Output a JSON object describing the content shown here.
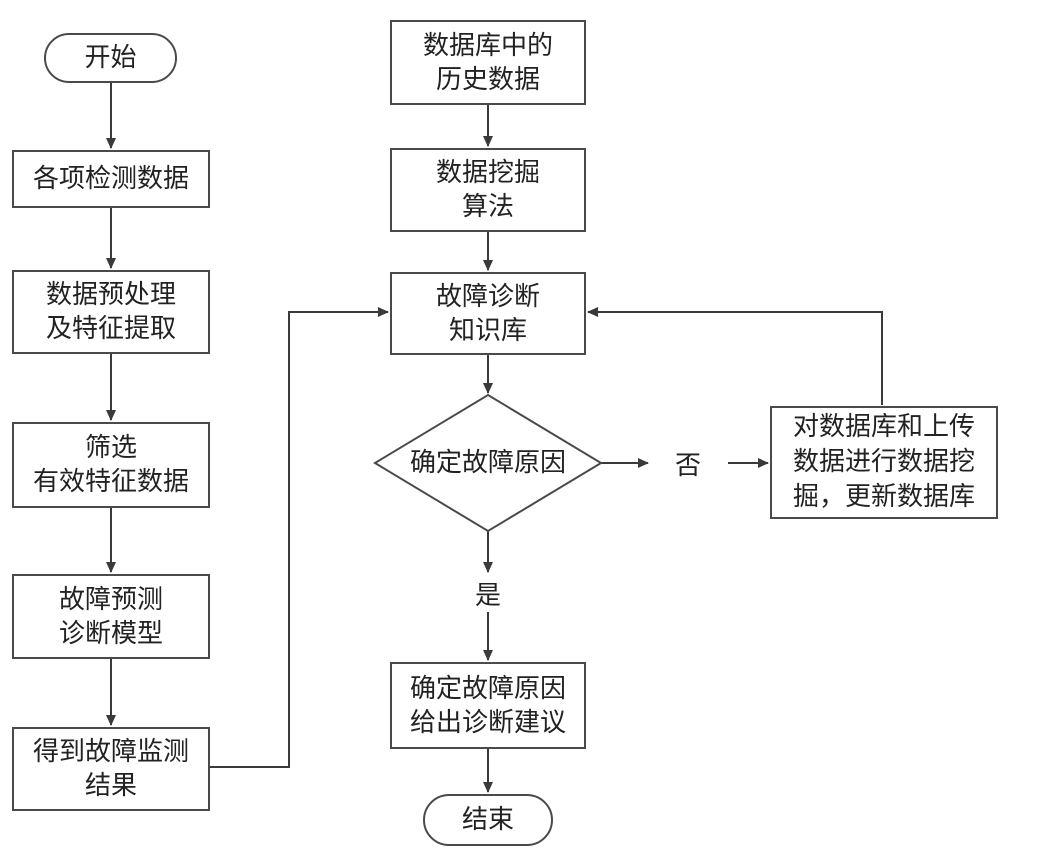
{
  "nodes": {
    "start": "开始",
    "collect": "各项检测数据",
    "preprocess": "数据预处理\n及特征提取",
    "filter": "筛选\n有效特征数据",
    "model": "故障预测\n诊断模型",
    "result": "得到故障监测\n结果",
    "history": "数据库中的\n历史数据",
    "mining": "数据挖掘\n算法",
    "knowledge": "故障诊断\n知识库",
    "decision": "确定故障原因",
    "update": "对数据库和上传\n数据进行数据挖\n掘，更新数据库",
    "advice": "确定故障原因\n给出诊断建议",
    "end": "结束"
  },
  "edge_labels": {
    "no": "否",
    "yes": "是"
  },
  "colors": {
    "line": "#3a3a3a",
    "border": "#4a4a4a"
  }
}
